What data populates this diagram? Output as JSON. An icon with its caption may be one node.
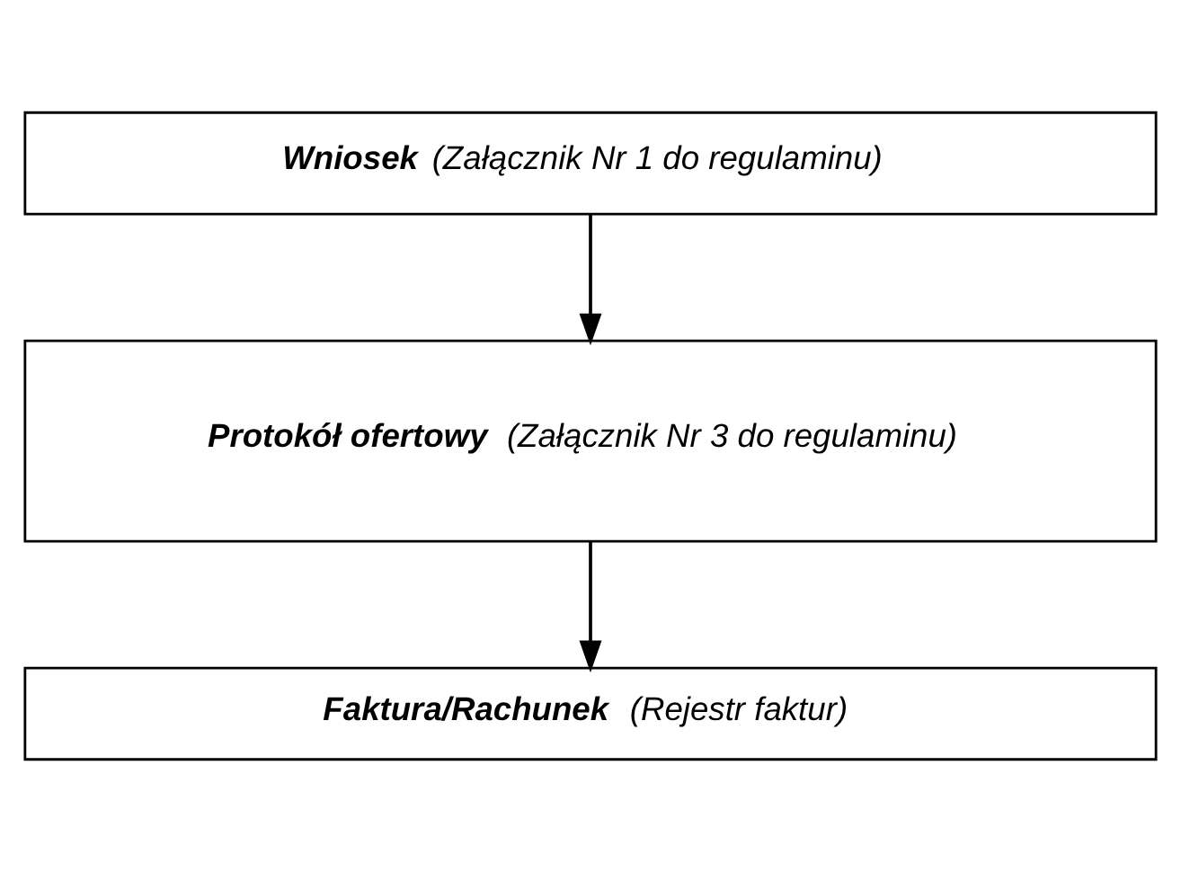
{
  "diagram": {
    "nodes": [
      {
        "text": [
          "**Wniosek** (Załącznik Nr 1 do regulaminu)"
        ]
      },
      {
        "text": [
          "**Protokół ofertowy** (Załącznik Nr 3 do regulaminu)"
        ]
      },
      {
        "text": [
          "**Faktura/Rachunek** (Rejestr faktur)"
        ]
      }
    ],
    "edges": [
      {
        "from": 0,
        "to": 1,
        "arrow": "to"
      },
      {
        "from": 1,
        "to": 2,
        "arrow": "to"
      }
    ]
  }
}
